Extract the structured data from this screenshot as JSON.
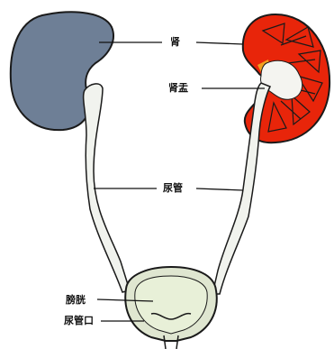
{
  "labels": {
    "kidney": "肾",
    "renal_pelvis": "肾盂",
    "ureter": "尿管",
    "bladder": "膀胱",
    "urethral_orifice": "尿管口"
  },
  "colors": {
    "left_kidney_fill": "#6e7f96",
    "right_kidney_fill": "#e8250a",
    "kidney_outline": "#1a1a1a",
    "pelvis_fill": "#f4f4f0",
    "ureter_fill": "#f1f3ee",
    "bladder_fill": "#e8f0d8",
    "leader_line": "#111111",
    "adrenal_accent": "#f0a020"
  }
}
